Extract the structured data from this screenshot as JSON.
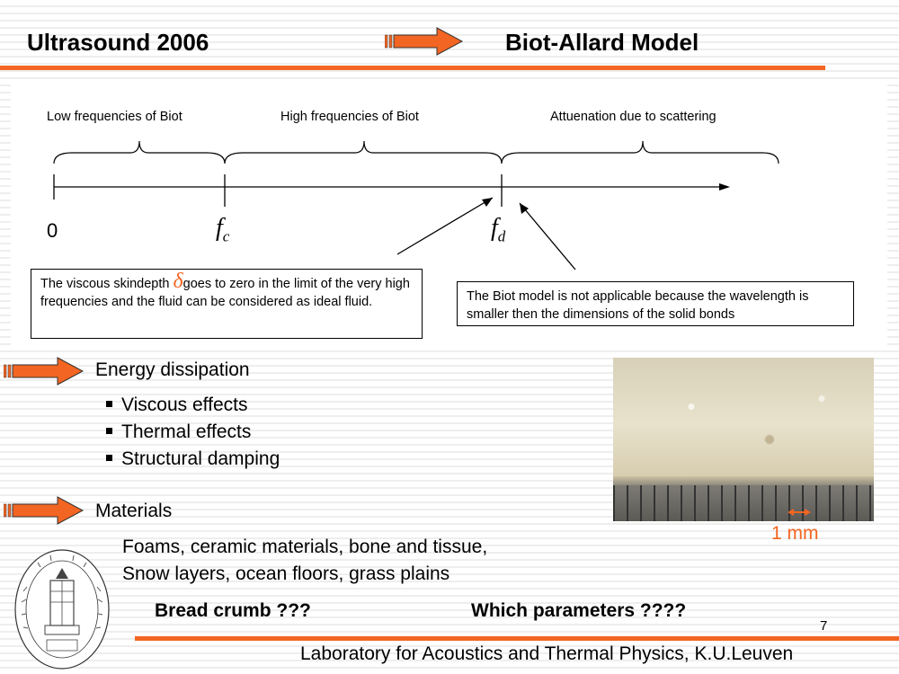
{
  "header": {
    "left_title": "Ultrasound 2006",
    "right_title": "Biot-Allard Model"
  },
  "diagram": {
    "ranges": [
      "Low frequencies of Biot",
      "High frequencies of Biot",
      "Attuenation due to scattering"
    ],
    "axis_zero": "0",
    "fc_base": "f",
    "fc_sub": "c",
    "fd_base": "f",
    "fd_sub": "d",
    "note_left_part1": "The viscous skindepth ",
    "note_left_delta": "δ",
    "note_left_part2": "goes to zero in the limit of the very high frequencies and the fluid can be considered as ideal fluid.",
    "note_right": "The Biot model is not applicable because the wavelength is smaller then the dimensions of the solid bonds"
  },
  "energy": {
    "title": "Energy dissipation",
    "items": [
      "Viscous effects",
      "Thermal effects",
      "Structural damping"
    ]
  },
  "materials": {
    "title": "Materials",
    "line1": "Foams, ceramic materials, bone and tissue,",
    "line2": "Snow layers, ocean floors, grass plains"
  },
  "questions": {
    "left": "Bread crumb ???",
    "right": "Which parameters ????"
  },
  "photo": {
    "scale_label": "1 mm"
  },
  "footer": {
    "page_number": "7",
    "lab": "Laboratory for Acoustics and Thermal Physics, K.U.Leuven"
  },
  "colors": {
    "accent": "#f26522"
  }
}
